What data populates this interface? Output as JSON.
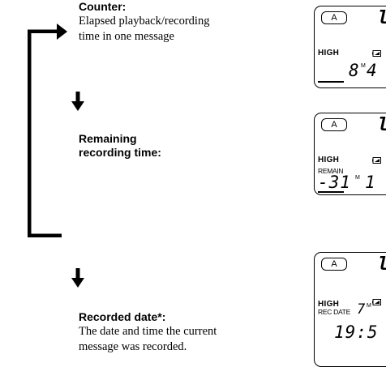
{
  "sections": [
    {
      "heading": "Counter:",
      "description_lines": [
        "Elapsed playback/recording",
        "time in one message"
      ]
    },
    {
      "heading_lines": [
        "Remaining",
        "recording time:"
      ]
    },
    {
      "heading": "Recorded date*:",
      "description_lines": [
        "The date and time the current",
        "message was recorded."
      ]
    }
  ],
  "displays": [
    {
      "folder_tag": "A",
      "mode": "HIGH",
      "counter_digits": "8",
      "counter_unit": "M",
      "counter_digits_2": "4"
    },
    {
      "folder_tag": "A",
      "mode": "HIGH",
      "caption": "REMAIN",
      "remain_digits": "-31",
      "remain_unit": "M",
      "remain_digits_2": "1"
    },
    {
      "folder_tag": "A",
      "mode": "HIGH",
      "caption": "REC DATE",
      "month_digit": "7",
      "month_unit": "M",
      "time_digits": "19:5"
    }
  ]
}
